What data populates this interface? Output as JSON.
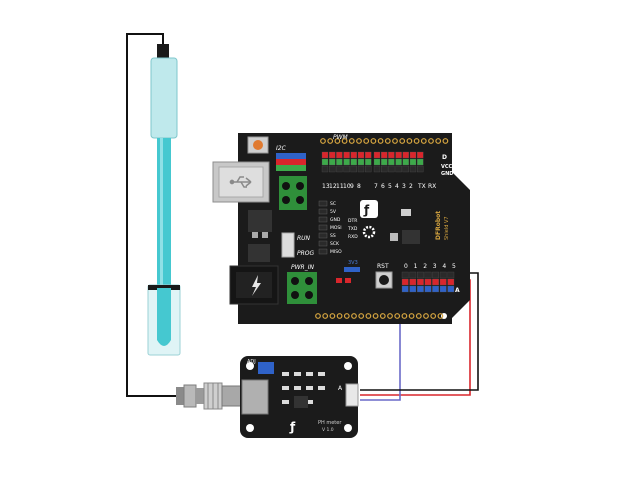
{
  "colors": {
    "board": "#1b1b1b",
    "header_black": "#2a2a2a",
    "pin_red": "#d9262c",
    "pin_green": "#3daa4a",
    "pin_blue": "#2f62c8",
    "gold": "#d7a640",
    "terminal_green": "#2f8f3a",
    "probe_cyan": "#45c8d0",
    "probe_glass": "#bfe9ec",
    "wire_red": "#d9262c",
    "wire_blue": "#6a6ac8",
    "wire_black": "#111111"
  },
  "icons": {
    "usb": "usb-icon",
    "logo": "dfrobot-logo-icon",
    "power": "power-bolt-icon"
  },
  "shield": {
    "i2c": "I2C",
    "pwm": "PWM",
    "vcc": "VCC",
    "gnd": "GND",
    "d": "D",
    "a": "A",
    "digital_pins": [
      "13",
      "12",
      "11",
      "10",
      "9",
      "8",
      "7",
      "6",
      "5",
      "4",
      "3",
      "2",
      "TX",
      "RX"
    ],
    "spi_labels": [
      "SC",
      "5V",
      "GND",
      "MOSI",
      "SS",
      "SCK",
      "MISO"
    ],
    "mid_labels": [
      "DTR",
      "TXD",
      "RXD"
    ],
    "run": "RUN",
    "prog": "PROG",
    "pwr_in": "PWR_IN",
    "rst": "RST",
    "analog_pins": [
      "0",
      "1",
      "2",
      "3",
      "4",
      "5"
    ],
    "v_label": "3V3",
    "brand": "DFRobot",
    "model": "Shield V7"
  },
  "ph_board": {
    "adj": "ADJ",
    "a": "A",
    "title": "PH meter",
    "version": "V 1.0"
  }
}
